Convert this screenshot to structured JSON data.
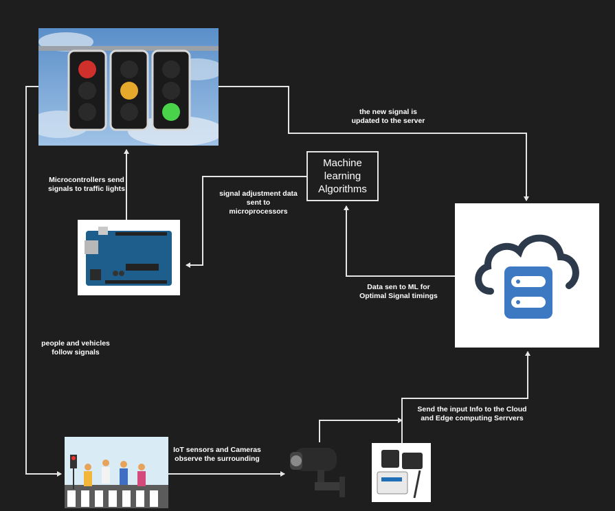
{
  "labels": {
    "new_signal": "the new signal is\nupdated to the server",
    "micro_send": "Microcontrollers send\nsignals to traffic lights",
    "signal_adjust": "signal adjustment data\nsent to\nmicroprocessors",
    "data_sent": "Data sen to ML for\nOptimal Signal timings",
    "people_follow": "people and vehicles\nfollow signals",
    "iot_sensors": "IoT sensors and Cameras\nobserve the surrounding",
    "send_input": "Send the input Info to the Cloud\nand Edge computing Serrvers"
  },
  "ml_box": {
    "text": "Machine\nlearning\nAlgorithms"
  },
  "colors": {
    "background": "#1f1e1f",
    "arrow": "#e6e6e6",
    "cloud_blue": "#3d79c2",
    "cloud_dark": "#2c3a4c"
  },
  "icons": {
    "traffic_lights": "traffic-lights-image",
    "microcontroller": "arduino-board-image",
    "cloud_server": "cloud-server-icon",
    "crosswalk": "pedestrian-crosswalk-image",
    "camera": "cctv-camera-image",
    "sensor": "iot-sensor-device-image"
  }
}
